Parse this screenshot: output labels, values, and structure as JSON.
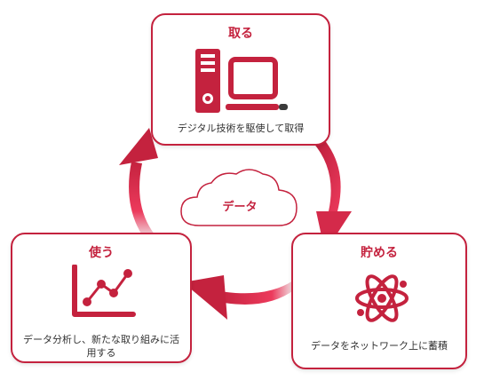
{
  "center": {
    "label": "データ"
  },
  "cards": {
    "top": {
      "title": "取る",
      "description": "デジタル技術を駆使して取得"
    },
    "right": {
      "title": "貯める",
      "description": "データをネットワーク上に蓄積"
    },
    "left": {
      "title": "使う",
      "description": "データ分析し、新たな取り組みに活用する"
    }
  },
  "icons": {
    "top": "server-and-monitor-icon",
    "right": "atom-icon",
    "left": "line-chart-icon",
    "center": "cloud-icon"
  },
  "colors": {
    "accent": "#c4223e",
    "arrow_light": "#ec3a5c",
    "arrow_dark": "#b81c39",
    "text": "#333333"
  }
}
